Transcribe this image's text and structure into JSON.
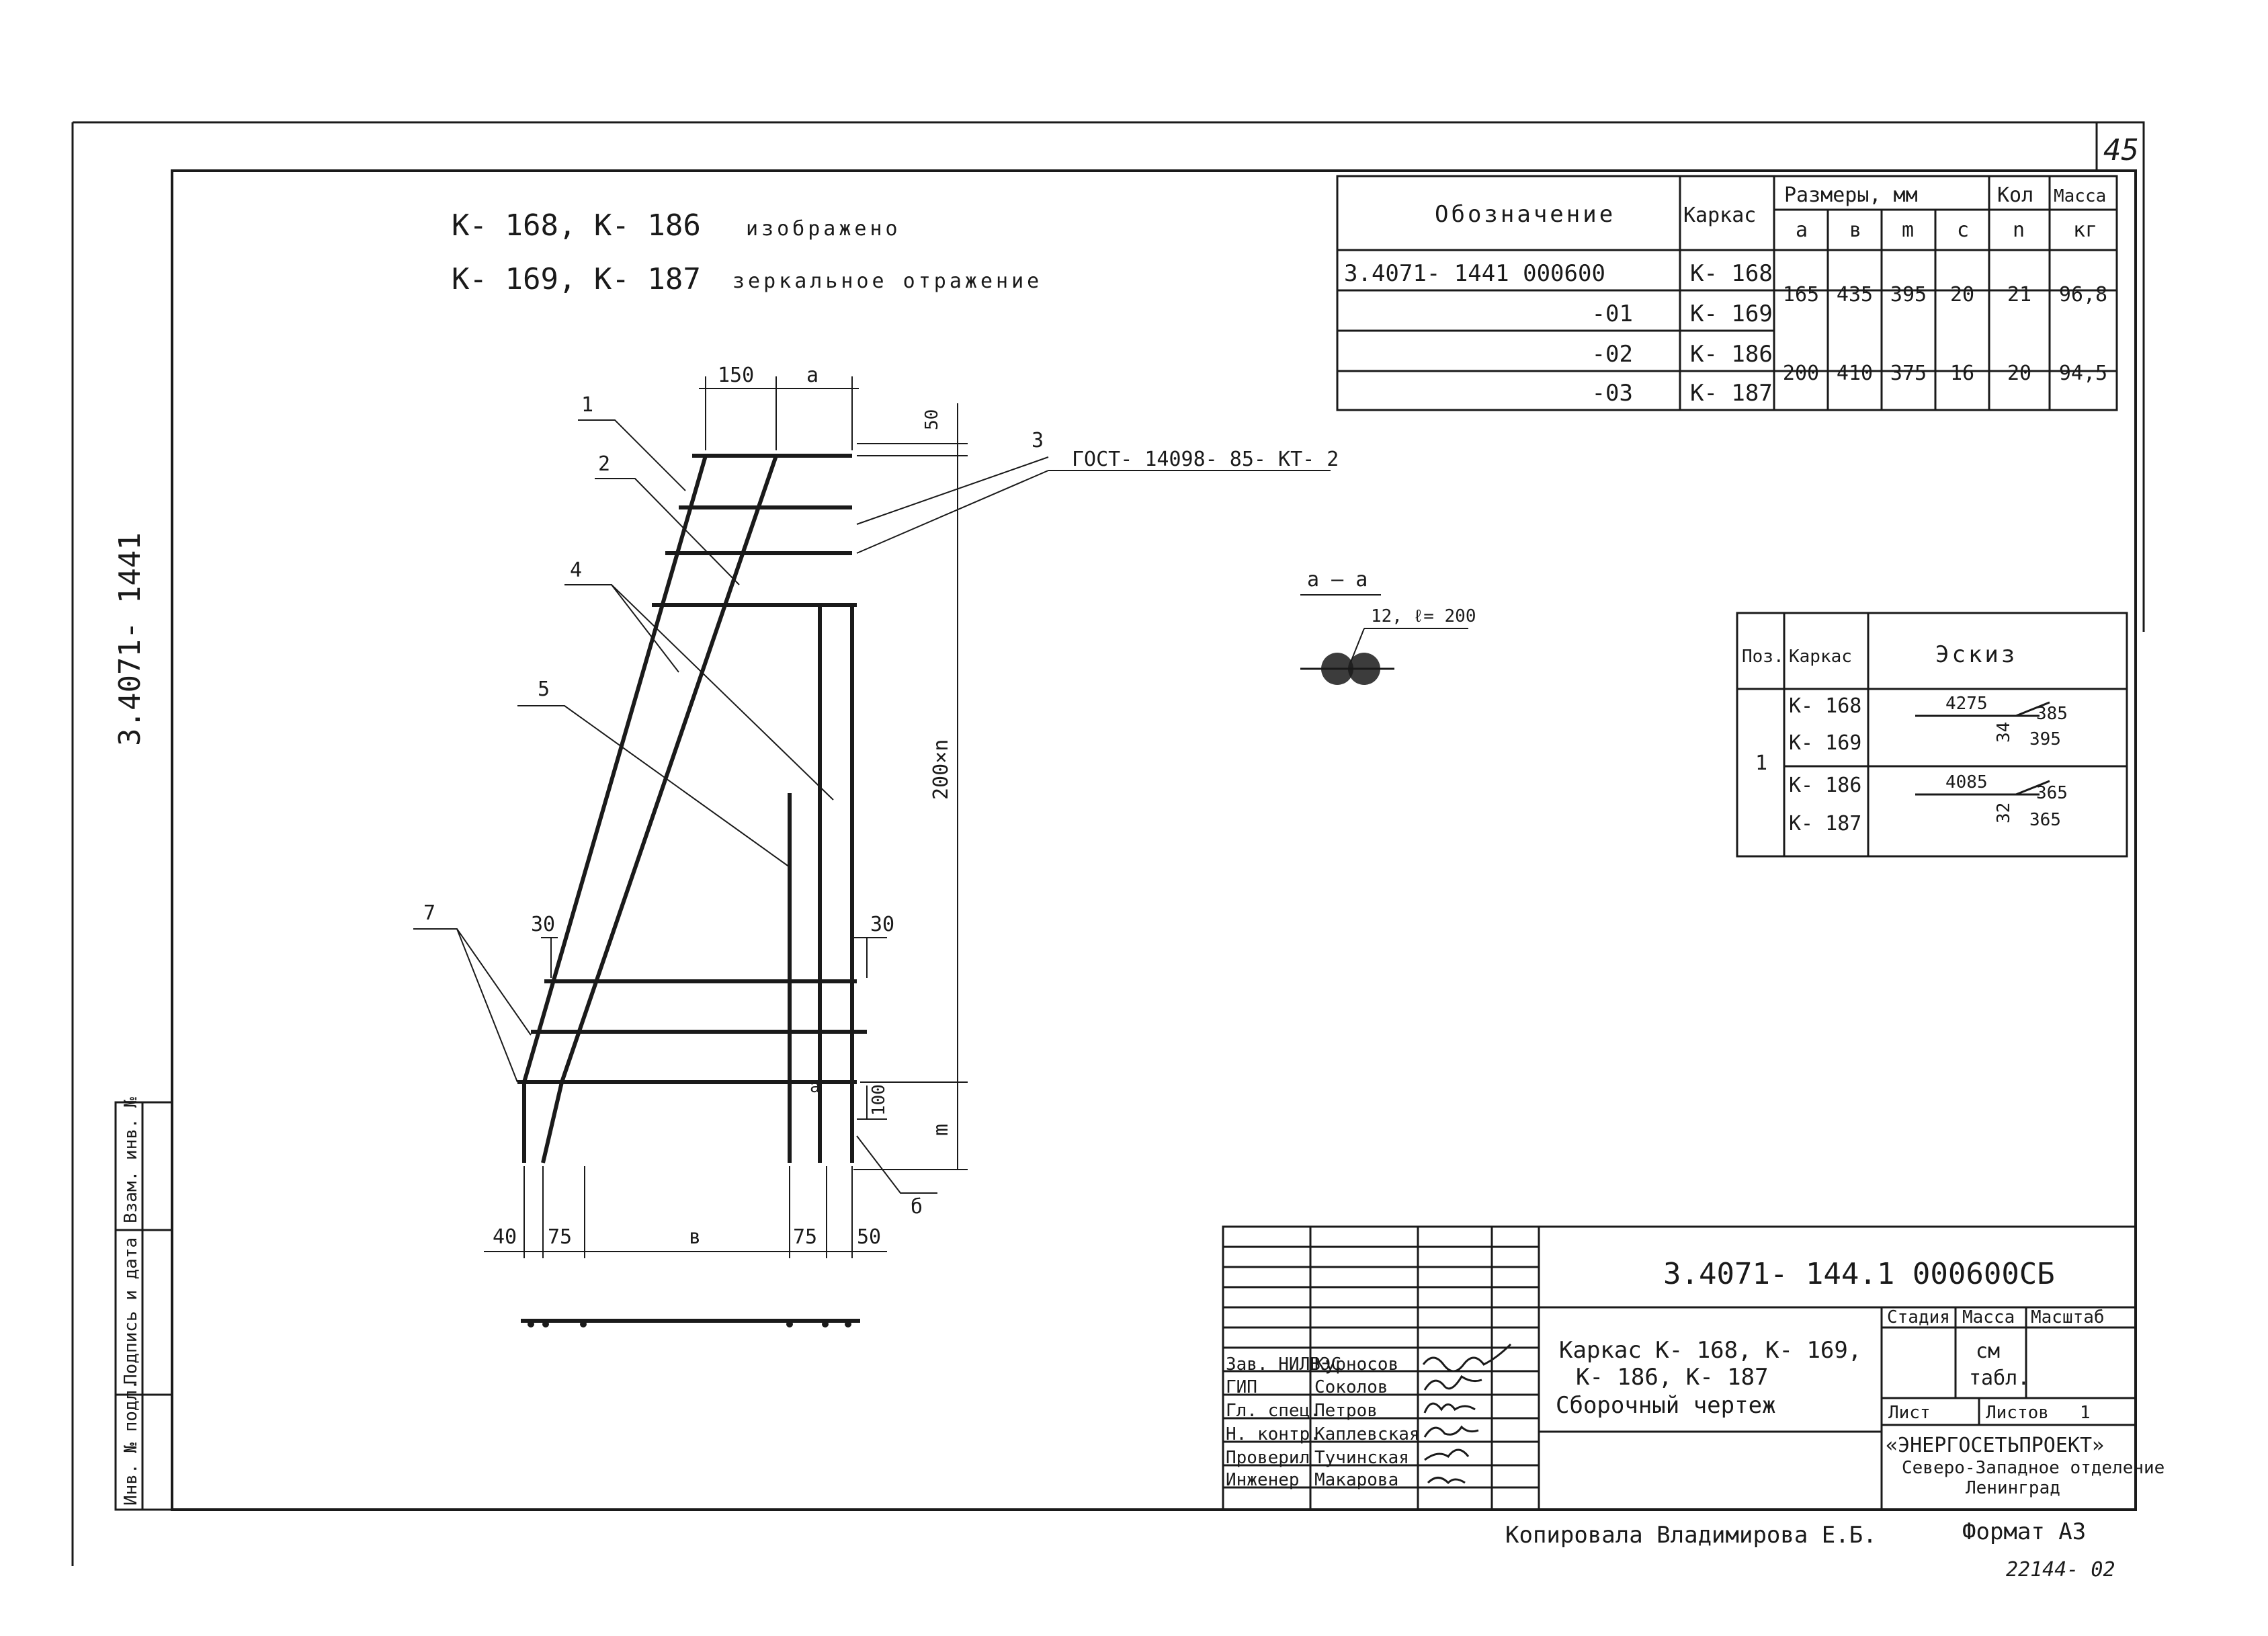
{
  "page_number": "45",
  "note": {
    "line1_marks": "К- 168,  К- 186",
    "line1_text": "изображено",
    "line2_marks": "К- 169,  К- 187",
    "line2_text": "зеркальное отражение"
  },
  "spec_table": {
    "headers": {
      "designation": "Обозначение",
      "frame": "Каркас",
      "sizes": "Размеры, мм",
      "a": "a",
      "b": "в",
      "m": "m",
      "c": "c",
      "qty": "Кол",
      "n": "n",
      "mass": "Масса",
      "kg": "кг"
    },
    "rows": [
      {
        "designation": "3.4071- 1441 000600",
        "frame": "К- 168"
      },
      {
        "designation": "-01",
        "frame": "К- 169"
      },
      {
        "designation": "-02",
        "frame": "К- 186"
      },
      {
        "designation": "-03",
        "frame": "К- 187"
      }
    ],
    "groups": [
      {
        "a": "165",
        "b": "435",
        "m": "395",
        "c": "20",
        "n": "21",
        "mass": "96,8"
      },
      {
        "a": "200",
        "b": "410",
        "m": "375",
        "c": "16",
        "n": "20",
        "mass": "94,5"
      }
    ]
  },
  "vertical_code": "3.4071- 1441",
  "drawing": {
    "dims": {
      "d150": "150",
      "da": "a",
      "d50": "50",
      "d30l": "30",
      "d30r": "30",
      "d200n": "200×n",
      "dm": "m",
      "da2": "a",
      "d100": "100",
      "d40": "40",
      "d75a": "75",
      "db": "в",
      "d75b": "75",
      "d50b": "50"
    },
    "leaders": {
      "p1": "1",
      "p2": "2",
      "p3": "3",
      "p4": "4",
      "p5": "5",
      "p6": "б",
      "p7": "7"
    },
    "gost": "ГОСТ- 14098- 85- КТ- 2"
  },
  "section": {
    "title": "a — a",
    "note": "12, ℓ= 200"
  },
  "sketch_table": {
    "headers": {
      "pos": "Поз.",
      "frame": "Каркас",
      "sketch": "Эскиз"
    },
    "pos": "1",
    "frames": [
      "К- 168",
      "К- 169",
      "К- 186",
      "К- 187"
    ],
    "sketch1": {
      "len": "4275",
      "end": "385",
      "base": "395",
      "side": "34"
    },
    "sketch2": {
      "len": "4085",
      "end": "365",
      "base": "365",
      "side": "32"
    }
  },
  "side_stamp": {
    "col1": "Инв. № подл.",
    "col2": "Подпись и дата",
    "col3": "Взам. инв. №"
  },
  "title_block": {
    "doc_code": "3.4071- 144.1 000600СБ",
    "title_line1": "Каркас  К- 168,  К- 169,",
    "title_line2": "К- 186,  К- 187",
    "title_line3": "Сборочный  чертеж",
    "stage_label": "Стадия",
    "mass_label": "Масса",
    "scale_label": "Масштаб",
    "mass_value_1": "см",
    "mass_value_2": "табл.",
    "sheet_label": "Лист",
    "sheets_label": "Листов",
    "sheets_value": "1",
    "org_line1": "«ЭНЕРГОСЕТЬПРОЕКТ»",
    "org_line2": "Северо-Западное отделение",
    "org_line3": "Ленинград",
    "people": [
      {
        "role": "Зав. НИЛВЭС",
        "name": "Курносов"
      },
      {
        "role": "ГИП",
        "name": "Соколов"
      },
      {
        "role": "Гл. спец.",
        "name": "Петров"
      },
      {
        "role": "Н. контр.",
        "name": "Каплевская"
      },
      {
        "role": "Проверил",
        "name": "Тучинская"
      },
      {
        "role": "Инженер",
        "name": "Макарова"
      }
    ]
  },
  "footer": {
    "copied": "Копировала  Владимирова  Е.Б.",
    "format": "Формат А3",
    "archive": "22144- 02"
  }
}
